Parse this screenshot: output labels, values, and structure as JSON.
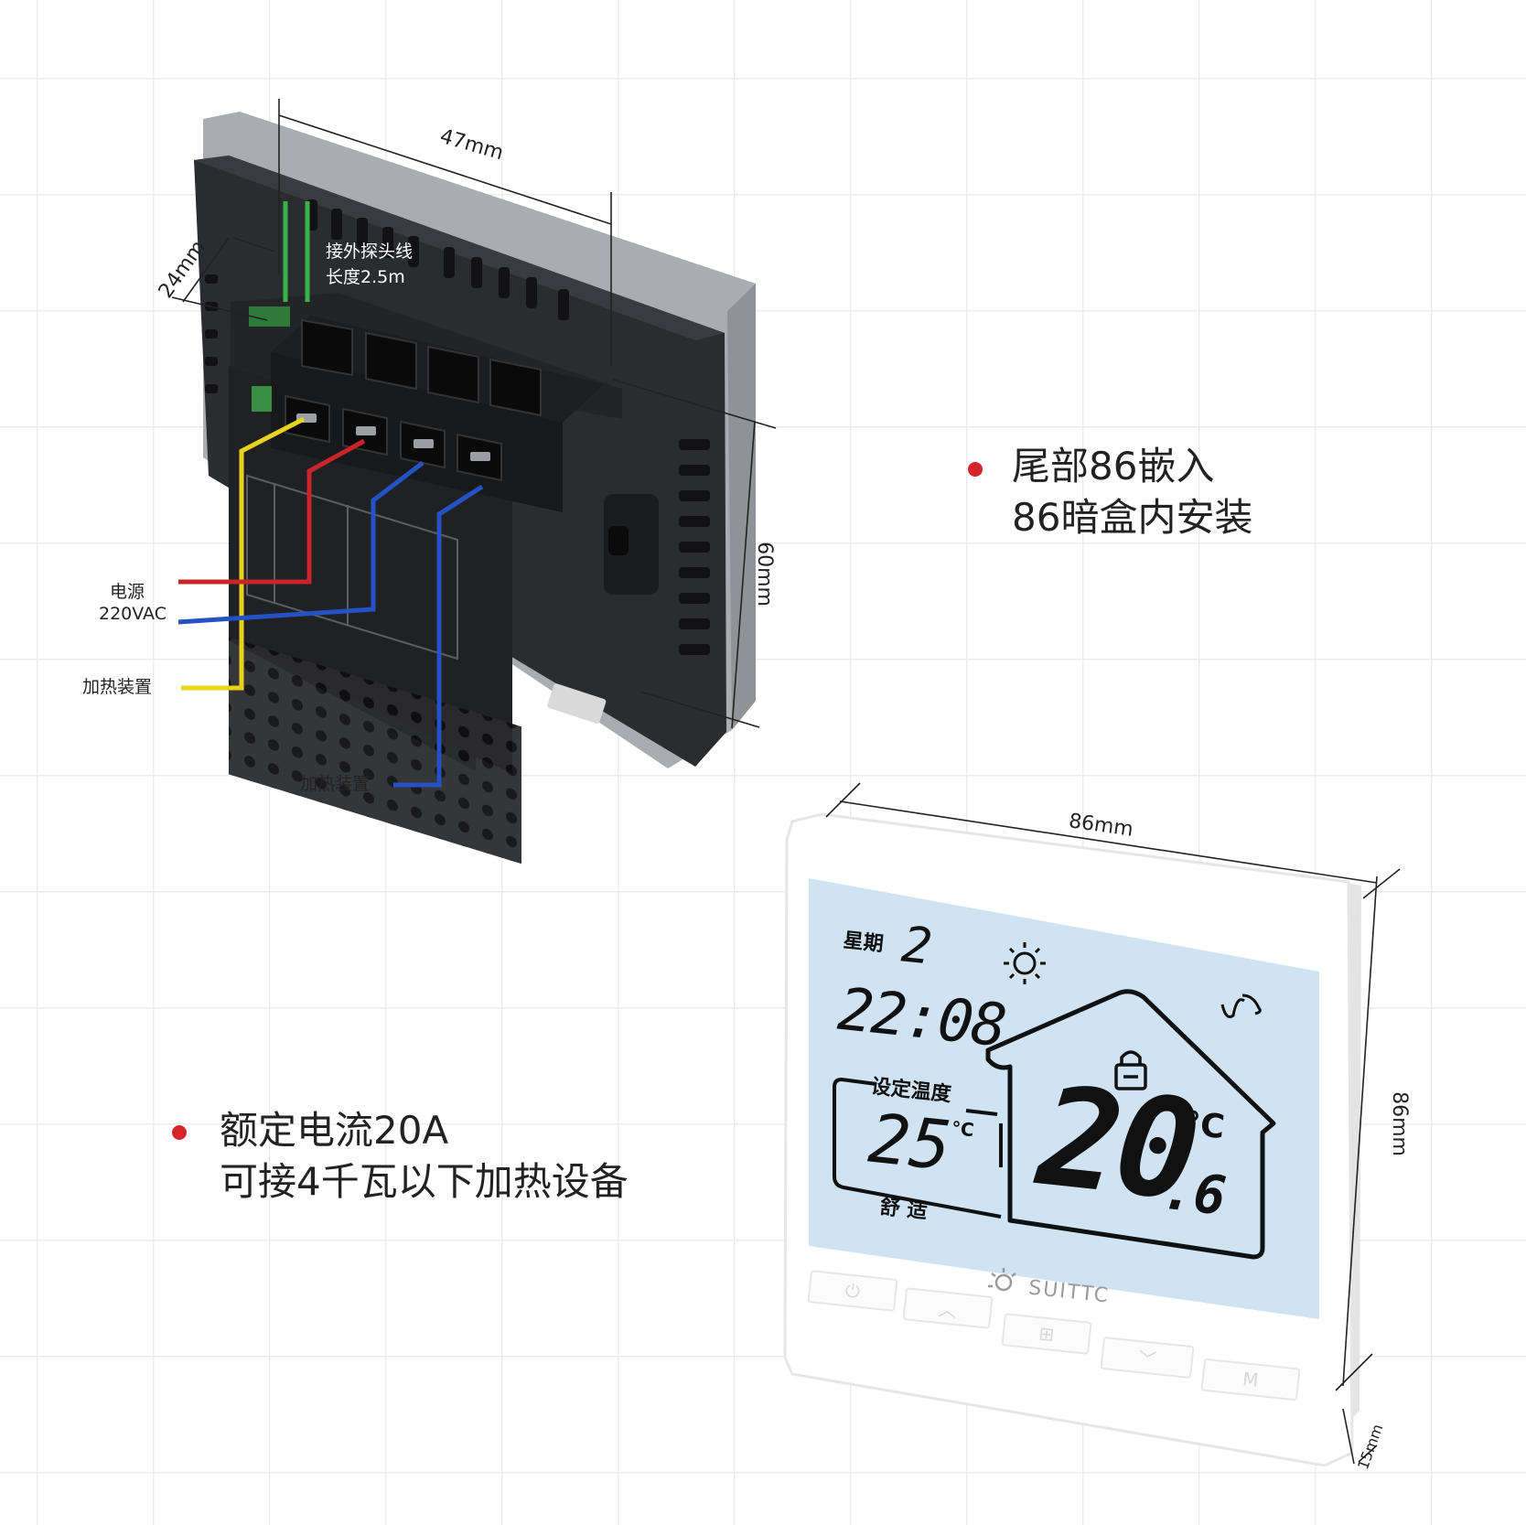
{
  "colors": {
    "accent": "#d3252b",
    "wire_red": "#c8242a",
    "wire_blue": "#2452c4",
    "wire_yellow": "#e8d21a",
    "probe_green": "#3ab14a",
    "lcd_bg": "#cfe3f3"
  },
  "rear_view": {
    "dim_width": "47mm",
    "dim_depth": "24mm",
    "dim_height": "60mm",
    "probe_label_line1": "接外探头线",
    "probe_label_line2": "长度2.5m",
    "power_label_line1": "电源",
    "power_label_line2": "220VAC",
    "heater_label_left": "加热装置",
    "heater_label_bottom": "加热装置"
  },
  "features": [
    {
      "line1": "尾部86嵌入",
      "line2": "86暗盒内安装"
    },
    {
      "line1": "额定电流20A",
      "line2": "可接4千瓦以下加热设备"
    }
  ],
  "front_view": {
    "dim_width": "86mm",
    "dim_height": "86mm",
    "dim_depth": "15mm",
    "display": {
      "weekday_label": "星期",
      "weekday_value": "2",
      "clock": "22:08",
      "set_temp_label": "设定温度",
      "set_temp_value": "25",
      "set_temp_unit": "°C",
      "mode": "舒 适",
      "room_temp_int": "20",
      "room_temp_dec": ".6",
      "room_temp_unit": "°C",
      "icons": [
        "sun-icon",
        "lock-icon",
        "probe-icon"
      ]
    },
    "brand": "SUITTC",
    "buttons": [
      {
        "name": "power-button",
        "icon": "power-icon",
        "label": "⏻"
      },
      {
        "name": "up-button",
        "icon": "chevron-up-icon",
        "label": "︿"
      },
      {
        "name": "menu-button",
        "icon": "grid-icon",
        "label": "⊞"
      },
      {
        "name": "down-button",
        "icon": "chevron-down-icon",
        "label": "﹀"
      },
      {
        "name": "mode-button",
        "icon": "m-icon",
        "label": "M"
      }
    ]
  }
}
